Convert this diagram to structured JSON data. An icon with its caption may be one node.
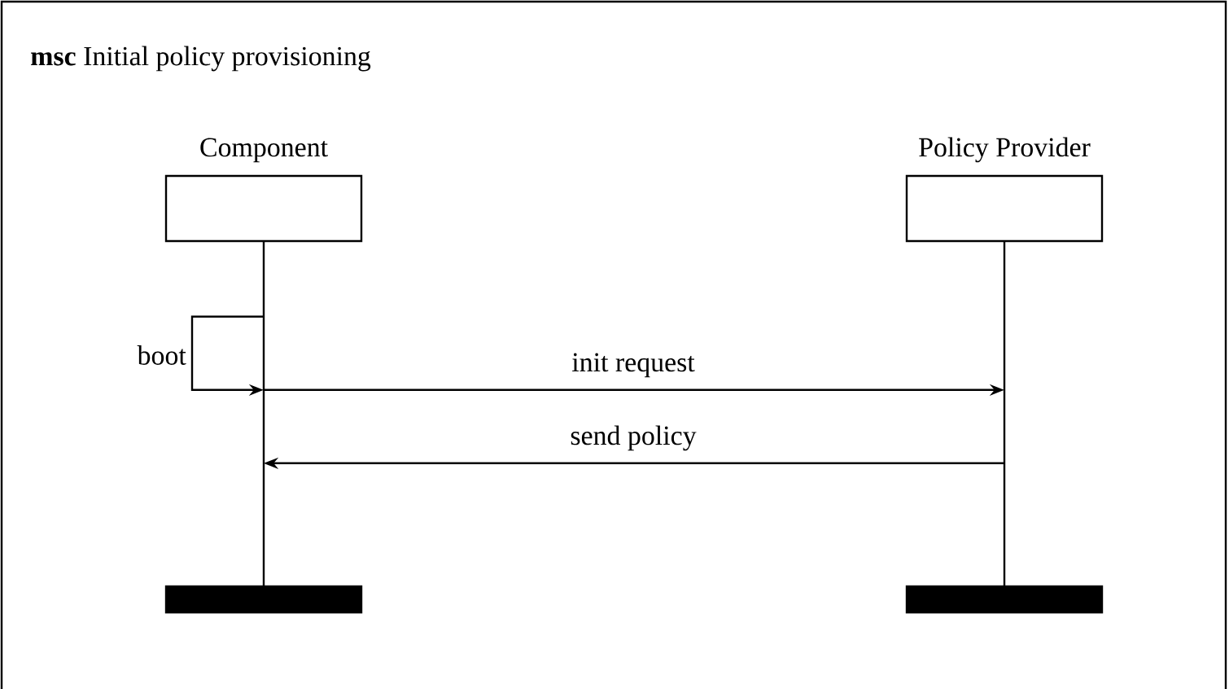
{
  "diagram": {
    "title": "**msc** Initial policy provisioning",
    "nodes": [
      {
        "text": [
          "Component"
        ]
      },
      {
        "text": [
          "Policy Provider"
        ]
      },
      {
        "text": [],
        "shape": "line"
      },
      {
        "text": [],
        "shape": "line"
      },
      {
        "text": [],
        "shape": "bar"
      },
      {
        "text": [],
        "shape": "bar"
      }
    ],
    "edges": [
      {
        "from": 2,
        "to": 2,
        "arrow": "to",
        "label": "boot"
      },
      {
        "from": 2,
        "to": 3,
        "arrow": "to",
        "label": "init request"
      },
      {
        "from": 3,
        "to": 2,
        "arrow": "to",
        "label": "send policy"
      }
    ]
  }
}
